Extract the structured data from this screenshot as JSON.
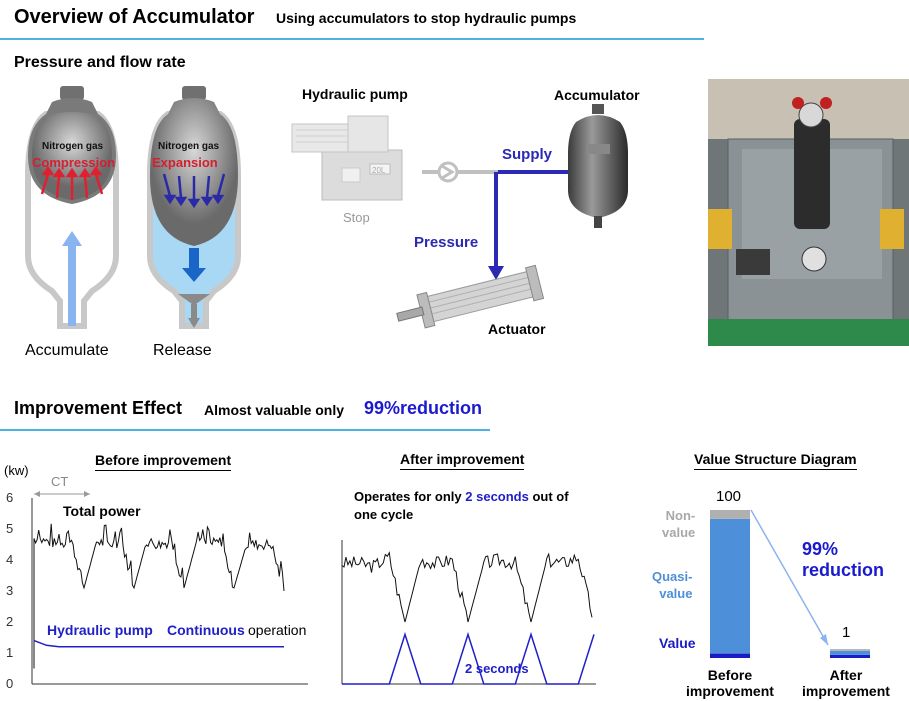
{
  "header": {
    "title": "Overview of Accumulator",
    "subtitle": "Using accumulators to stop hydraulic pumps"
  },
  "section1": {
    "title": "Pressure and flow rate"
  },
  "accumulator_states": [
    {
      "gas": "Nitrogen gas",
      "action": "Compression",
      "caption": "Accumulate"
    },
    {
      "gas": "Nitrogen gas",
      "action": "Expansion",
      "caption": "Release"
    }
  ],
  "system": {
    "pump_label": "Hydraulic pump",
    "pump_state": "Stop",
    "accumulator_label": "Accumulator",
    "supply_label": "Supply",
    "pressure_label": "Pressure",
    "actuator_label": "Actuator",
    "tank_text": "20L"
  },
  "section2": {
    "title": "Improvement Effect",
    "subtitle": "Almost valuable only",
    "highlight": "99%reduction"
  },
  "before_chart": {
    "title": "Before improvement",
    "unit": "(kw)",
    "y_ticks": [
      "6",
      "5",
      "4",
      "3",
      "2",
      "1",
      "0"
    ],
    "ct_label": "CT",
    "total_label": "Total power",
    "pump_label": "Hydraulic pump",
    "continuous_label": "Continuous",
    "operation_label": "operation"
  },
  "after_chart": {
    "title": "After improvement",
    "note_pre": "Operates for only",
    "note_highlight": "2 seconds",
    "note_post": "out of",
    "note_line2": "one cycle",
    "seconds_label": "2 seconds"
  },
  "value_diagram": {
    "title": "Value Structure Diagram",
    "before_total": "100",
    "after_total": "1",
    "nonvalue_label": "Non-\nvalue",
    "quasi_label": "Quasi-\nvalue",
    "value_label": "Value",
    "reduction_label": "99%\nreduction",
    "before_label": "Before\nimprovement",
    "after_label": "After\nimprovement"
  },
  "chart_data": [
    {
      "type": "line",
      "title": "Before improvement",
      "ylabel": "(kw)",
      "ylim": [
        0,
        6
      ],
      "series": [
        {
          "name": "Total power",
          "values": [
            4.7,
            4.6,
            4.5,
            4.6,
            3.1,
            4.6,
            4.5,
            4.6,
            3.1,
            4.6,
            4.5,
            4.6,
            3.1,
            4.6,
            4.5,
            4.6,
            3.1,
            4.5,
            4.5,
            4.5,
            3.0
          ]
        },
        {
          "name": "Hydraulic pump",
          "values": [
            1.4,
            1.25,
            1.2,
            1.2,
            1.2,
            1.2,
            1.2,
            1.2,
            1.2,
            1.2,
            1.2,
            1.2,
            1.2,
            1.2,
            1.2,
            1.2,
            1.2,
            1.2,
            1.2,
            1.2,
            1.2
          ]
        }
      ]
    },
    {
      "type": "line",
      "title": "After improvement",
      "ylim": [
        0,
        6
      ],
      "series": [
        {
          "name": "Total power",
          "values": [
            3.9,
            3.9,
            3.8,
            4.1,
            2.0,
            4.0,
            3.9,
            4.0,
            2.0,
            3.9,
            4.0,
            3.9,
            2.0,
            4.0,
            3.9,
            4.1,
            2.0
          ]
        },
        {
          "name": "Hydraulic pump",
          "values": [
            0,
            0,
            0,
            0,
            1.6,
            0,
            0,
            0,
            1.6,
            0,
            0,
            0,
            1.6,
            0,
            0,
            0,
            1.6
          ]
        }
      ]
    },
    {
      "type": "bar",
      "title": "Value Structure Diagram",
      "categories": [
        "Before improvement",
        "After improvement"
      ],
      "series": [
        {
          "name": "Value",
          "values": [
            3,
            0.35
          ]
        },
        {
          "name": "Quasi-value",
          "values": [
            91,
            0.45
          ]
        },
        {
          "name": "Non-value",
          "values": [
            6,
            0.2
          ]
        }
      ],
      "totals": [
        100,
        1
      ]
    }
  ],
  "colors": {
    "accent_blue": "#2020c8",
    "red": "#d42030",
    "rule": "#4ab3e0",
    "bar_value": "#1a1ac8",
    "bar_quasi": "#4d8fd8",
    "bar_nonvalue": "#b0b0b0"
  }
}
